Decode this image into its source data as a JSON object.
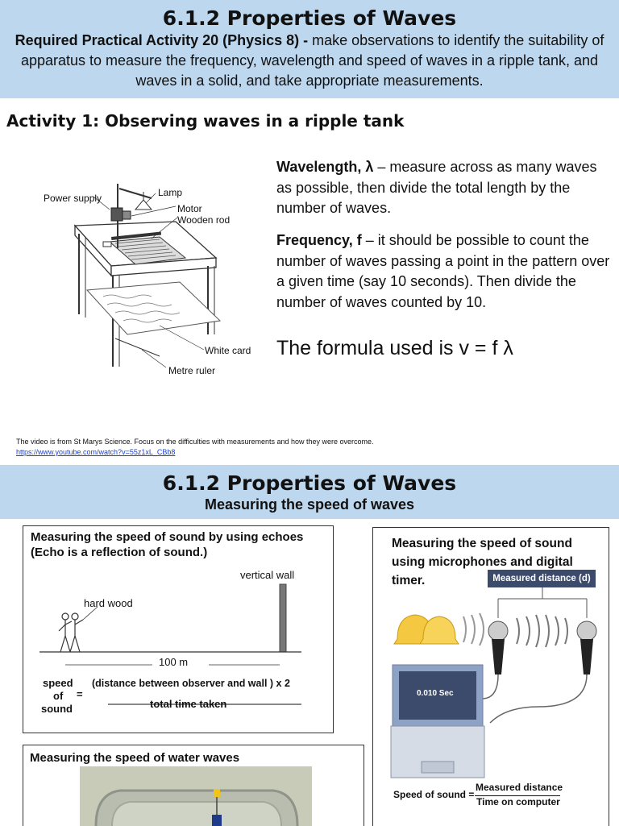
{
  "header1": {
    "title": "6.1.2 Properties of Waves",
    "bold_lead": "Required Practical Activity 20 (Physics 8) -",
    "lead_rest": " make observations to identify the suitability of apparatus to measure the frequency, wavelength and speed of waves in a ripple tank, and waves in a solid, and take appropriate measurements."
  },
  "activity1": {
    "heading": "Activity 1: Observing waves in a ripple tank",
    "diagram_labels": {
      "power_supply": "Power supply",
      "lamp": "Lamp",
      "motor": "Motor",
      "wooden_rod": "Wooden rod",
      "white_card": "White card",
      "metre_ruler": "Metre ruler"
    },
    "wavelength_term": "Wavelength, λ",
    "wavelength_text": " – measure across as many waves as possible, then divide the total length by the number of waves.",
    "frequency_term": "Frequency, f",
    "frequency_text": " – it should be possible to count the number of waves passing a point in the pattern over a given time (say 10 seconds). Then divide the number of waves counted by 10.",
    "formula": "The formula used is v = f λ",
    "video_note": "The video is from St Marys Science.  Focus on the difficulties with measurements and how they were overcome.",
    "video_link": "https://www.youtube.com/watch?v=55z1xL_CBb8"
  },
  "header2": {
    "title": "6.1.2 Properties of Waves",
    "subtitle": "Measuring the speed of waves"
  },
  "echo_box": {
    "title_line1": "Measuring the speed of sound by using echoes",
    "title_line2": "(Echo is a reflection of sound.)",
    "vertical_wall": "vertical wall",
    "hard_wood": "hard wood",
    "distance": "100 m",
    "speed_word": "speed",
    "of_word": "of",
    "sound_word": "sound",
    "equals": "=",
    "numerator": "(distance between observer and wall ) x 2",
    "denominator": "total time taken"
  },
  "mic_box": {
    "title_line1": "Measuring the speed of sound",
    "title_line2": "using microphones and digital",
    "title_line3": "timer.",
    "measured_distance_tag": "Measured distance (d)",
    "timer_display": "0.010 Sec",
    "speed_label": "Speed of sound =",
    "numerator": "Measured distance",
    "denominator": "Time on computer"
  },
  "water_box": {
    "title": "Measuring the speed of water waves"
  }
}
